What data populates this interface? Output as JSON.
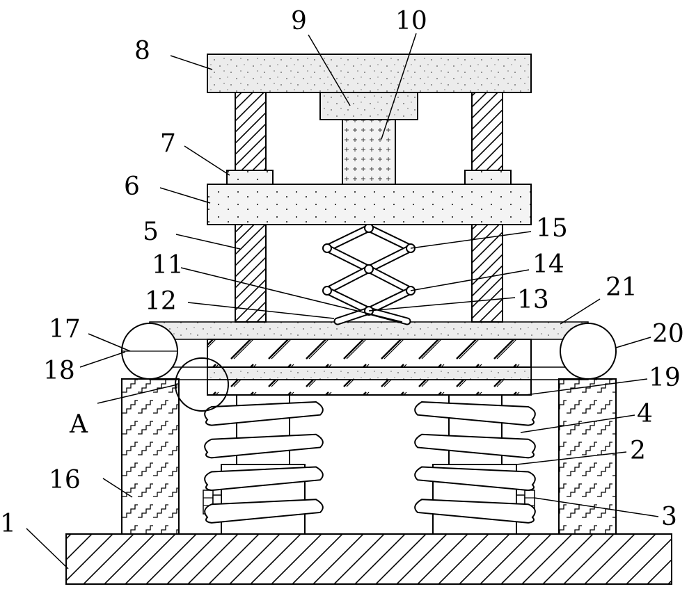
{
  "colors": {
    "stroke": "#000000",
    "background": "#ffffff",
    "concrete": "#e6e6e6",
    "dot_fill": "#f2f2f2",
    "bar_fill": "#ffffff"
  },
  "labels": {
    "l1": "1",
    "l2": "2",
    "l3": "3",
    "l4": "4",
    "l5": "5",
    "l6": "6",
    "l7": "7",
    "l8": "8",
    "l9": "9",
    "l10": "10",
    "l11": "11",
    "l12": "12",
    "l13": "13",
    "l14": "14",
    "l15": "15",
    "l16": "16",
    "l17": "17",
    "l18": "18",
    "l19": "19",
    "l20": "20",
    "l21": "21",
    "lA": "A"
  }
}
